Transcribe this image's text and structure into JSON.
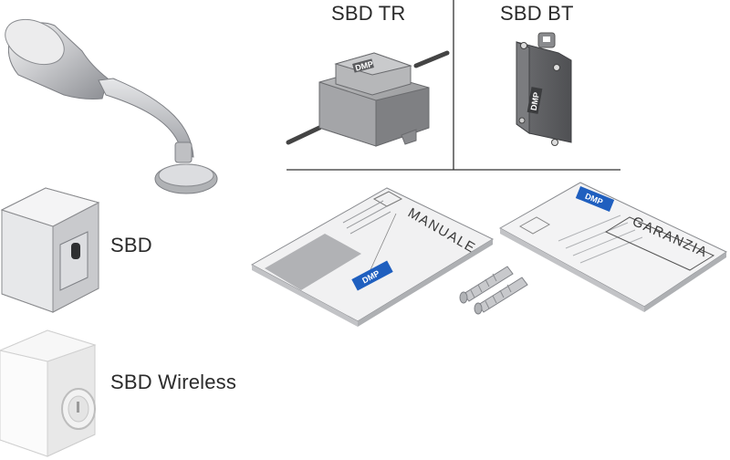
{
  "products": {
    "sbd_tr": {
      "label": "SBD TR"
    },
    "sbd_bt": {
      "label": "SBD BT"
    },
    "sbd": {
      "label": "SBD"
    },
    "sbd_wireless": {
      "label": "SBD Wireless"
    }
  },
  "documents": {
    "manual": {
      "title": "MANUALE"
    },
    "warranty": {
      "title": "GARANZIA"
    }
  },
  "brand": {
    "logo": "DMP",
    "color": "#1f5fbf"
  }
}
